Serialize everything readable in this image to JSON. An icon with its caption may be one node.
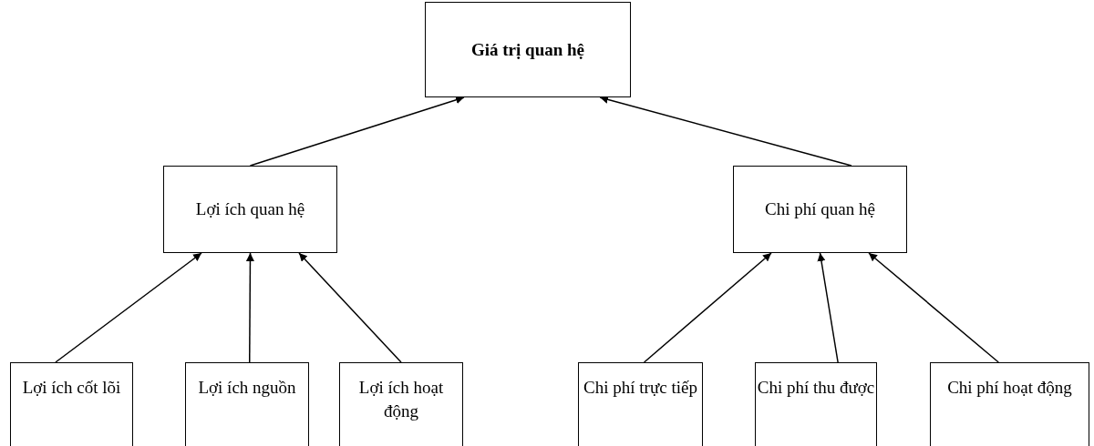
{
  "diagram": {
    "nodes": [
      {
        "text": [
          "Giá trị quan hệ"
        ]
      },
      {
        "text": [
          "Lợi ích quan hệ"
        ]
      },
      {
        "text": [
          "Chi phí quan hệ"
        ]
      },
      {
        "text": [
          "Lợi ích cốt lõi"
        ]
      },
      {
        "text": [
          "Lợi ích nguồn"
        ]
      },
      {
        "text": [
          "Lợi ích hoạt động"
        ]
      },
      {
        "text": [
          "Chi phí trực tiếp"
        ]
      },
      {
        "text": [
          "Chi phí thu được"
        ]
      },
      {
        "text": [
          "Chi phí hoạt động"
        ]
      }
    ],
    "edges": [
      {
        "from": 1,
        "to": 0,
        "arrow": "to"
      },
      {
        "from": 2,
        "to": 0,
        "arrow": "to"
      },
      {
        "from": 3,
        "to": 1,
        "arrow": "to"
      },
      {
        "from": 4,
        "to": 1,
        "arrow": "to"
      },
      {
        "from": 5,
        "to": 1,
        "arrow": "to"
      },
      {
        "from": 6,
        "to": 2,
        "arrow": "to"
      },
      {
        "from": 7,
        "to": 2,
        "arrow": "to"
      },
      {
        "from": 8,
        "to": 2,
        "arrow": "to"
      }
    ]
  }
}
